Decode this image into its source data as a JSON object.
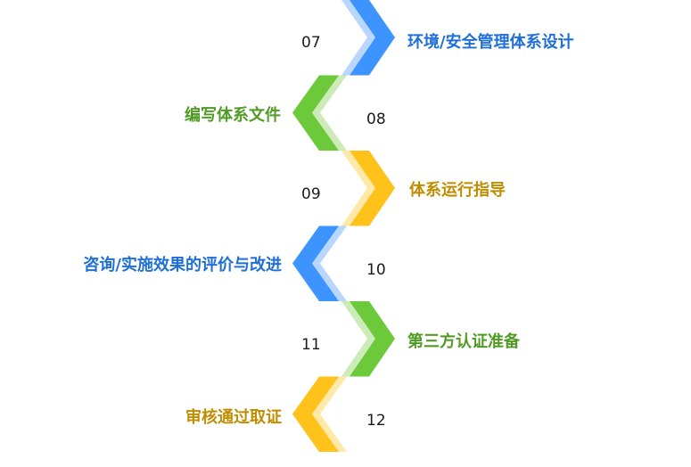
{
  "colors": {
    "blue": "#3d94ff",
    "blue_light": "#b9d6ff",
    "green": "#6cc93a",
    "green_light": "#cdebb8",
    "yellow": "#ffc21a",
    "yellow_light": "#ffe9a8"
  },
  "steps": [
    {
      "number": "07",
      "label": "环境/安全管理体系设计",
      "color": "blue",
      "text_color": "#1f6fd6",
      "side": "right"
    },
    {
      "number": "08",
      "label": "编写体系文件",
      "color": "green",
      "text_color": "#4f9b24",
      "side": "left"
    },
    {
      "number": "09",
      "label": "体系运行指导",
      "color": "yellow",
      "text_color": "#c08d00",
      "side": "right"
    },
    {
      "number": "10",
      "label": "咨询/实施效果的评价与改进",
      "color": "blue",
      "text_color": "#1f6fd6",
      "side": "left"
    },
    {
      "number": "11",
      "label": "第三方认证准备",
      "color": "green",
      "text_color": "#4f9b24",
      "side": "right"
    },
    {
      "number": "12",
      "label": "审核通过取证",
      "color": "yellow",
      "text_color": "#c08d00",
      "side": "left"
    }
  ]
}
